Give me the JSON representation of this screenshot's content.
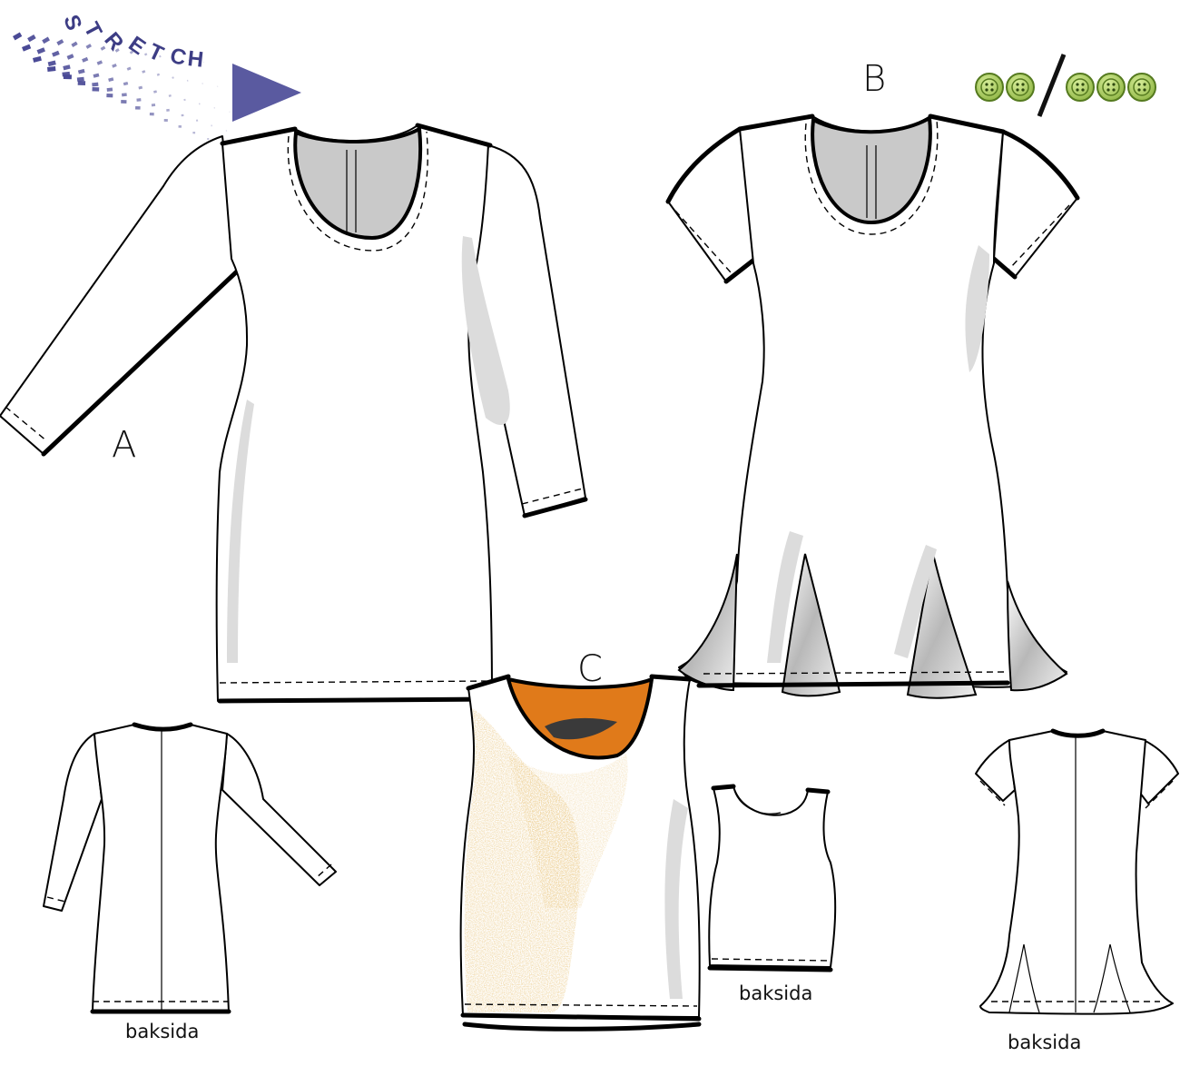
{
  "badge": {
    "word": "STRETCH",
    "arrow_color": "#5a5aa0",
    "bars_color": "#4a4a96"
  },
  "buttons": {
    "left_count": 2,
    "right_count": 3,
    "fill": "#a8cc5a",
    "ring": "#557a1f",
    "divider": "slash"
  },
  "views": {
    "a": {
      "letter": "A",
      "back_label": "baksida"
    },
    "b": {
      "letter": "B",
      "back_label": "baksida"
    },
    "c": {
      "letter": "C",
      "back_label": "baksida"
    }
  },
  "colors": {
    "outline": "#000000",
    "shade": "#dcdcdc",
    "lining": "#c9c9c9",
    "print_gold": "#c98a2e",
    "print_orange": "#e07a1a",
    "print_dark": "#3a3a3a"
  }
}
